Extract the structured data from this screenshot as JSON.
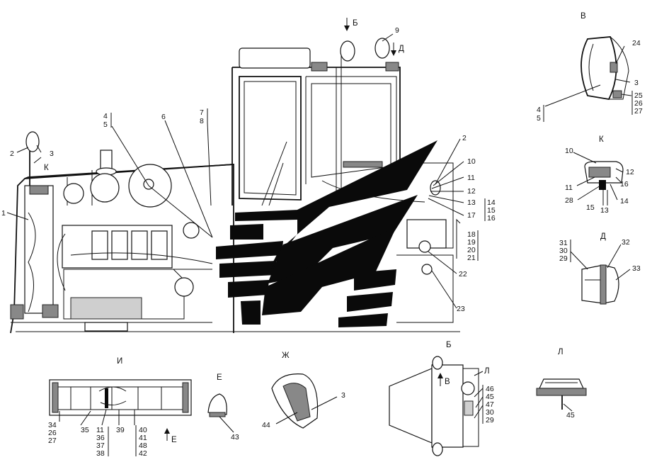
{
  "views": {
    "B": "Б",
    "V": "В",
    "K": "К",
    "D": "Д",
    "I": "И",
    "E": "Е",
    "Zh": "Ж",
    "L": "Л"
  },
  "view_arrows": {
    "B_top": "Б",
    "D_top": "Д",
    "K_main": "К",
    "V_inset": "В",
    "E_inset": "Е",
    "L_inset": "Л"
  },
  "callouts": {
    "c1": "1",
    "c2": "2",
    "c3": "3",
    "c4": "4",
    "c5": "5",
    "c6": "6",
    "c7": "7",
    "c8": "8",
    "c9": "9",
    "c10": "10",
    "c11": "11",
    "c12": "12",
    "c13": "13",
    "c14": "14",
    "c15": "15",
    "c16": "16",
    "c17": "17",
    "c18": "18",
    "c19": "19",
    "c20": "20",
    "c21": "21",
    "c22": "22",
    "c23": "23",
    "c24": "24",
    "c25": "25",
    "c26": "26",
    "c27": "27",
    "c28": "28",
    "c29": "29",
    "c30": "30",
    "c31": "31",
    "c32": "32",
    "c33": "33",
    "c34": "34",
    "c35": "35",
    "c36": "36",
    "c37": "37",
    "c38": "38",
    "c39": "39",
    "c40": "40",
    "c41": "41",
    "c42": "42",
    "c43": "43",
    "c44": "44",
    "c45": "45",
    "c46": "46",
    "c47": "47",
    "c48": "48"
  }
}
